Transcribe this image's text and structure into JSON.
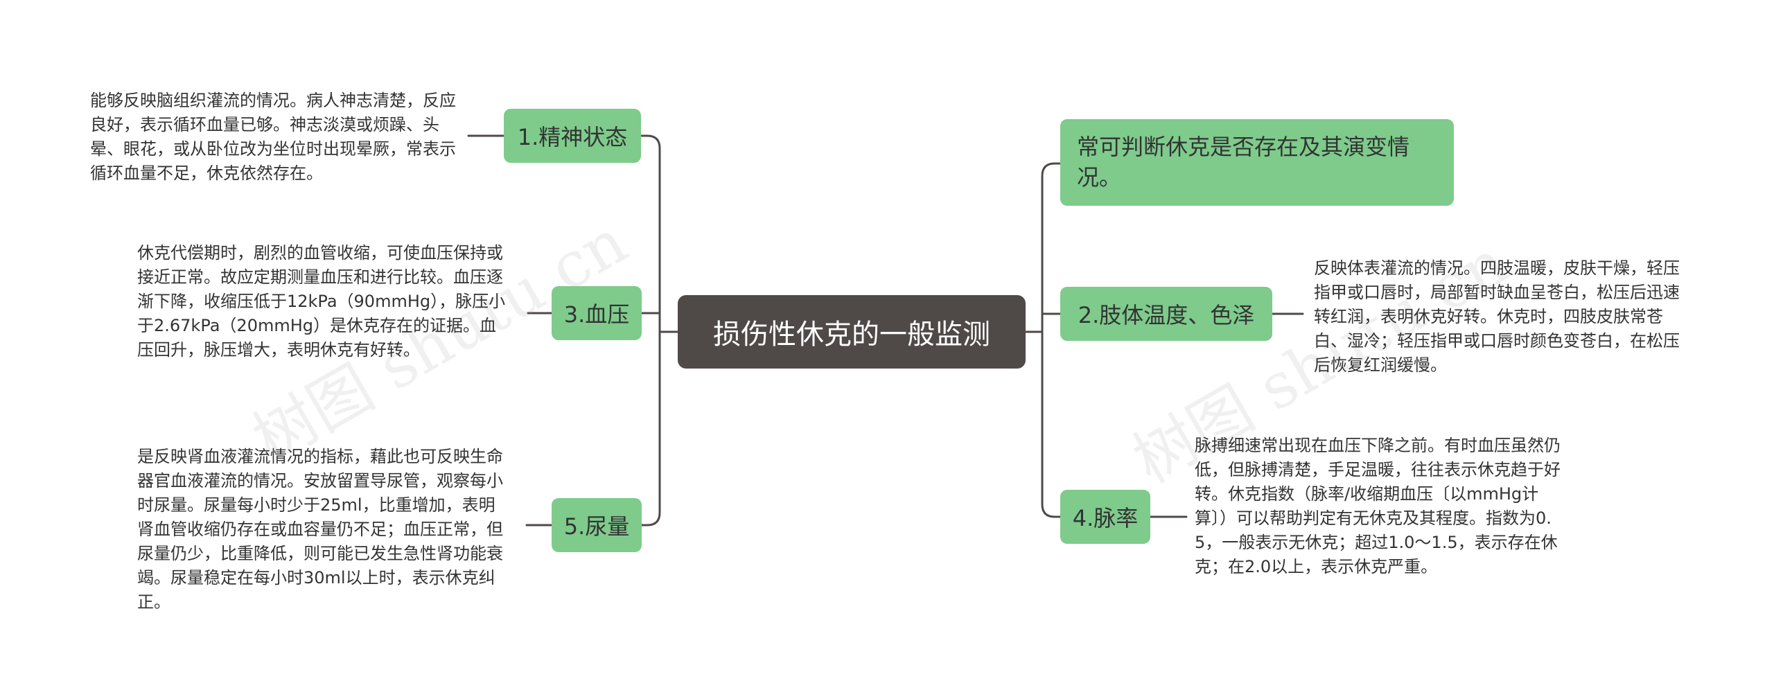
{
  "center": {
    "title": "损伤性休克的一般监测"
  },
  "left_branches": [
    {
      "label": "1.精神状态",
      "text": "能够反映脑组织灌流的情况。病人神志清楚，反应良好，表示循环血量已够。神志淡漠或烦躁、头晕、眼花，或从卧位改为坐位时出现晕厥，常表示循环血量不足，休克依然存在。"
    },
    {
      "label": "3.血压",
      "text": "休克代偿期时，剧烈的血管收缩，可使血压保持或接近正常。故应定期测量血压和进行比较。血压逐渐下降，收缩压低于12kPa（90mmHg），脉压小于2.67kPa（20mmHg）是休克存在的证据。血压回升，脉压增大，表明休克有好转。"
    },
    {
      "label": "5.尿量",
      "text": "是反映肾血液灌流情况的指标，藉此也可反映生命器官血液灌流的情况。安放留置导尿管，观察每小时尿量。尿量每小时少于25ml，比重增加，表明肾血管收缩仍存在或血容量仍不足；血压正常，但尿量仍少，比重降低，则可能已发生急性肾功能衰竭。尿量稳定在每小时30ml以上时，表示休克纠正。"
    }
  ],
  "right_branches": [
    {
      "label": "常可判断休克是否存在及其演变情况。",
      "text": ""
    },
    {
      "label": "2.肢体温度、色泽",
      "text": "反映体表灌流的情况。四肢温暖，皮肤干燥，轻压指甲或口唇时，局部暂时缺血呈苍白，松压后迅速转红润，表明休克好转。休克时，四肢皮肤常苍白、湿冷；轻压指甲或口唇时颜色变苍白，在松压后恢复红润缓慢。"
    },
    {
      "label": "4.脉率",
      "text": "脉搏细速常出现在血压下降之前。有时血压虽然仍低，但脉搏清楚，手足温暖，往往表示休克趋于好转。休克指数（脉率/收缩期血压〔以mmHg计算〕）可以帮助判定有无休克及其程度。指数为0.5，一般表示无休克；超过1.0～1.5，表示存在休克；在2.0以上，表示休克严重。"
    }
  ],
  "watermark": {
    "text": "树图 shutu.cn"
  },
  "colors": {
    "center_bg": "#4f4a48",
    "branch_bg": "#7ecb8c",
    "line": "#4f4a48",
    "text": "#333333"
  }
}
